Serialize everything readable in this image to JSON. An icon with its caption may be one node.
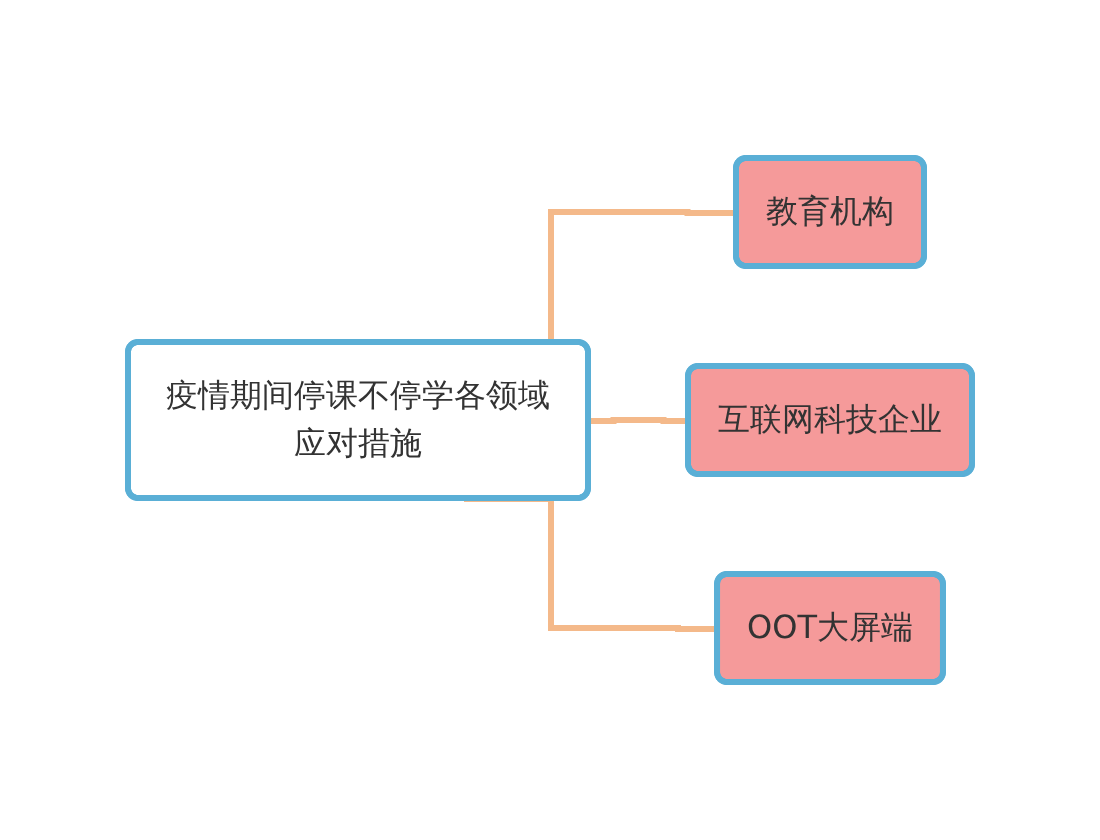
{
  "diagram": {
    "nodes": [
      {
        "text": [
          "疫情期间停课不停学各领域应对措施"
        ]
      },
      {
        "text": [
          "教育机构"
        ]
      },
      {
        "text": [
          "互联网科技企业"
        ]
      },
      {
        "text": [
          "OOT大屏端"
        ]
      }
    ],
    "edges": [
      {
        "from": 0,
        "to": 1,
        "arrow": "none"
      },
      {
        "from": 0,
        "to": 2,
        "arrow": "none"
      },
      {
        "from": 0,
        "to": 3,
        "arrow": "none"
      }
    ]
  }
}
